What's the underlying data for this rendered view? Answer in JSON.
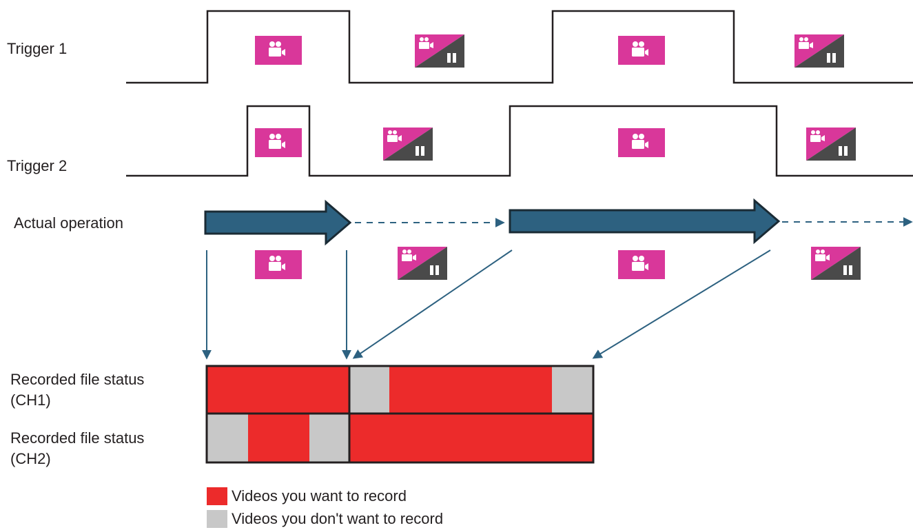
{
  "labels": {
    "trigger1": "Trigger 1",
    "trigger2": "Trigger 2",
    "actual_operation": "Actual operation",
    "ch1_line1": "Recorded file status",
    "ch1_line2": "(CH1)",
    "ch2_line1": "Recorded file status",
    "ch2_line2": "(CH2)"
  },
  "legend": [
    {
      "label": "Videos you want to record",
      "color": "#ec2b2b"
    },
    {
      "label": "Videos you don't want to record",
      "color": "#c8c8c8"
    }
  ],
  "colors": {
    "line": "#231f20",
    "arrow_fill": "#2d6180",
    "arrow_stroke": "#1a2b35",
    "dash": "#2d6180",
    "pointer": "#2d6180",
    "record_icon": "#d9379a",
    "pause_dark": "#4a4a4a",
    "want": "#ec2b2b",
    "dont_want": "#c8c8c8"
  },
  "icons": {
    "record": "video-camera-record-icon",
    "pause": "video-camera-pause-icon"
  }
}
